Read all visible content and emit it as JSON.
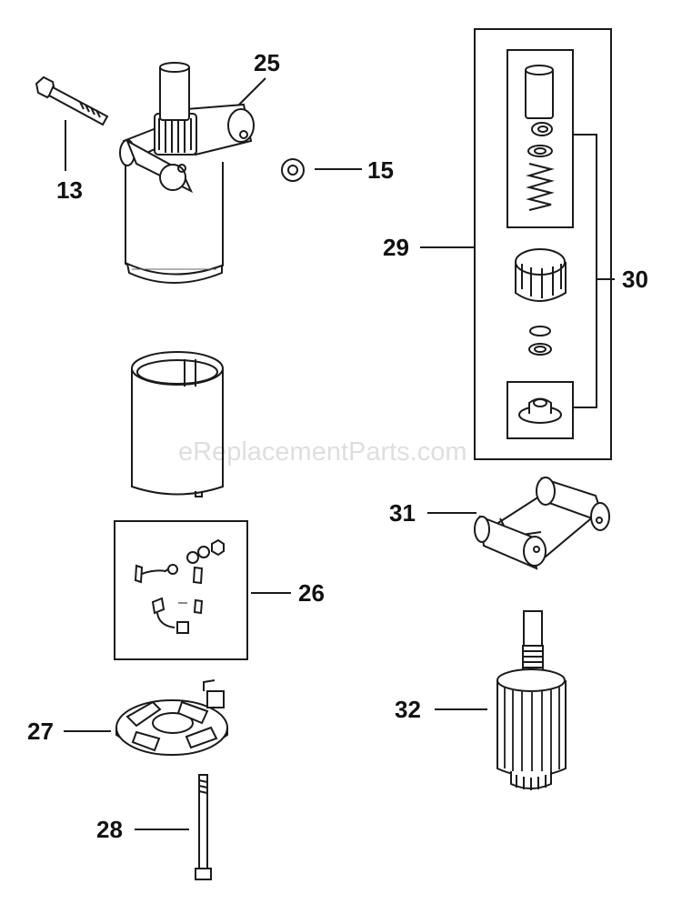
{
  "callouts": {
    "p13": "13",
    "p15": "15",
    "p25": "25",
    "p26": "26",
    "p27": "27",
    "p28": "28",
    "p29": "29",
    "p30": "30",
    "p31": "31",
    "p32": "32"
  },
  "watermark": "eReplacementParts.com",
  "colors": {
    "ink": "#1a1a1a",
    "shade": "#9a9a9a",
    "paper": "#ffffff"
  }
}
